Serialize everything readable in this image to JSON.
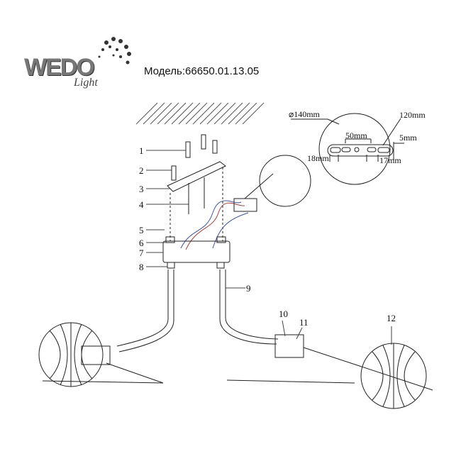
{
  "header": {
    "logo_text": "WEDO",
    "logo_sub": "Light",
    "model": "Модель:66650.01.13.05"
  },
  "dimensions": {
    "diameter": "⌀140mm",
    "length": "120mm",
    "hole_spacing": "50mm",
    "thickness": "5mm",
    "left_offset": "18mm",
    "right_offset": "17mm"
  },
  "part_labels": [
    "1",
    "2",
    "3",
    "4",
    "5",
    "6",
    "7",
    "8",
    "9",
    "10",
    "11",
    "12"
  ]
}
